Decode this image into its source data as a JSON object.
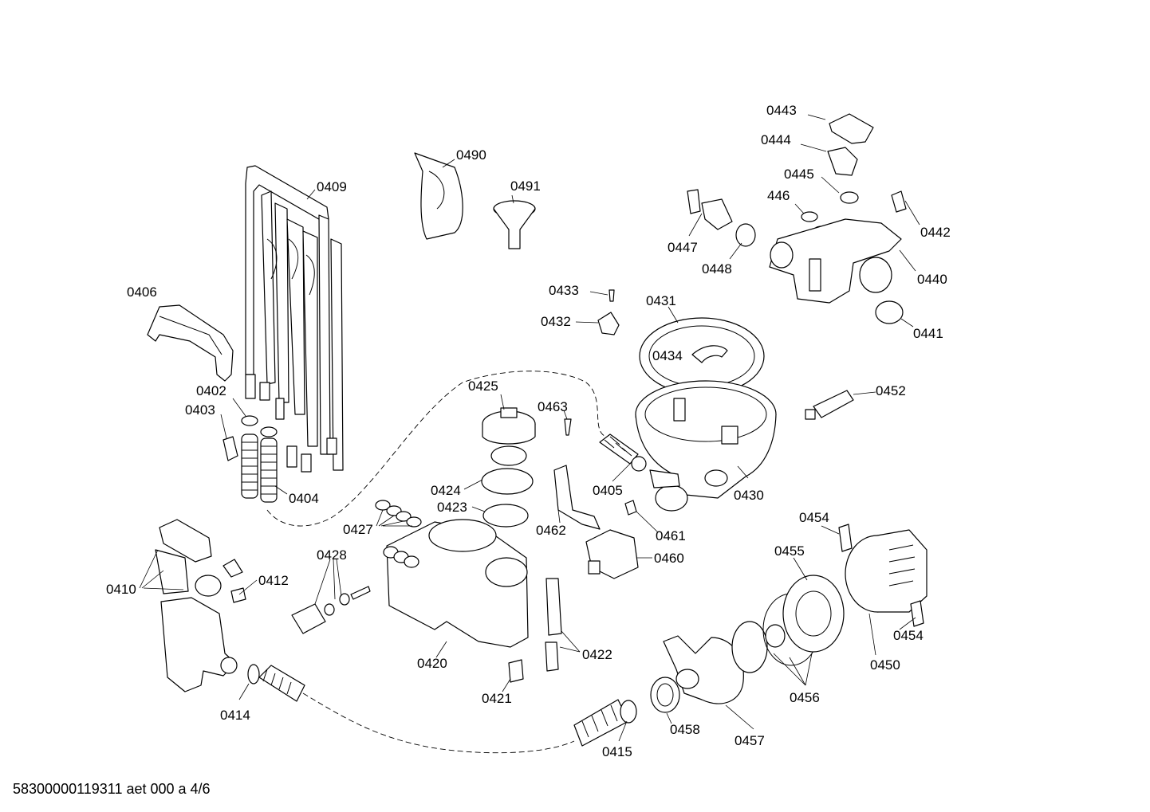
{
  "footer": "58300000119311 aet 000 a 4/6",
  "labels": {
    "p0443": "0443",
    "p0444": "0444",
    "p0445": "0445",
    "p446": "446",
    "p0442": "0442",
    "p0447": "0447",
    "p0448": "0448",
    "p0440": "0440",
    "p0441": "0441",
    "p0490": "0490",
    "p0491": "0491",
    "p0409": "0409",
    "p0406": "0406",
    "p0433": "0433",
    "p0432": "0432",
    "p0431": "0431",
    "p0434": "0434",
    "p0452": "0452",
    "p0402": "0402",
    "p0403": "0403",
    "p0404": "0404",
    "p0425": "0425",
    "p0463": "0463",
    "p0424": "0424",
    "p0423": "0423",
    "p0405": "0405",
    "p0430": "0430",
    "p0427": "0427",
    "p0462": "0462",
    "p0461": "0461",
    "p0454a": "0454",
    "p0455": "0455",
    "p0460": "0460",
    "p0428": "0428",
    "p0410": "0410",
    "p0412": "0412",
    "p0422": "0422",
    "p0454b": "0454",
    "p0420": "0420",
    "p0450": "0450",
    "p0421": "0421",
    "p0456": "0456",
    "p0414": "0414",
    "p0458": "0458",
    "p0457": "0457",
    "p0415": "0415"
  }
}
